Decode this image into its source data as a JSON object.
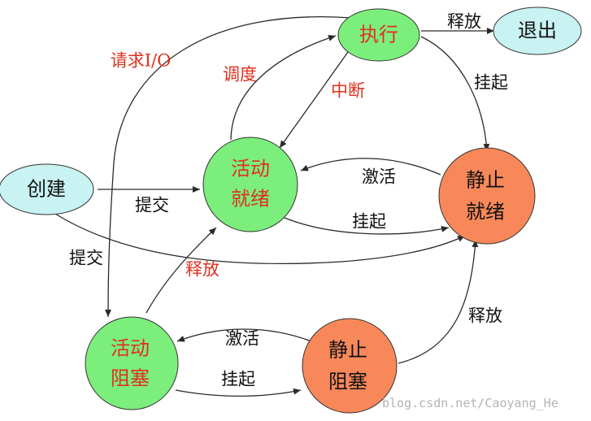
{
  "colors": {
    "green": "#7cee7c",
    "orange": "#f8885a",
    "cyan": "#c9f2f2",
    "red_text": "#e0301e",
    "black_text": "#111111"
  },
  "nodes": {
    "execute": "执行",
    "exit": "退出",
    "create": "创建",
    "active_ready": [
      "活动",
      "就绪"
    ],
    "static_ready": [
      "静止",
      "就绪"
    ],
    "active_blocked": [
      "活动",
      "阻塞"
    ],
    "static_blocked": [
      "静止",
      "阻塞"
    ]
  },
  "edge_labels": {
    "release_to_exit": "释放",
    "request_io": "请求I/O",
    "schedule": "调度",
    "interrupt": "中断",
    "suspend_execute": "挂起",
    "activate_ready": "激活",
    "suspend_ready": "挂起",
    "submit_active": "提交",
    "submit_static": "提交",
    "release_blocked": "释放",
    "release_static_blocked": "释放",
    "activate_blocked": "激活",
    "suspend_blocked": "挂起"
  },
  "watermark": "blog.csdn.net/Caoyang_He"
}
